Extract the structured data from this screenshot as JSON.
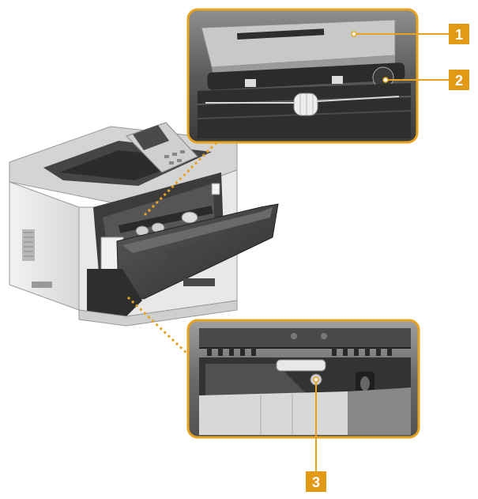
{
  "colors": {
    "accent": "#e8a31e",
    "badge": "#e29a16",
    "callout_line": "#e8a31e",
    "printer_body": "#e6e6e6",
    "printer_dark": "#3a3a3a"
  },
  "callouts": [
    {
      "label": "1"
    },
    {
      "label": "2"
    },
    {
      "label": "3"
    }
  ]
}
